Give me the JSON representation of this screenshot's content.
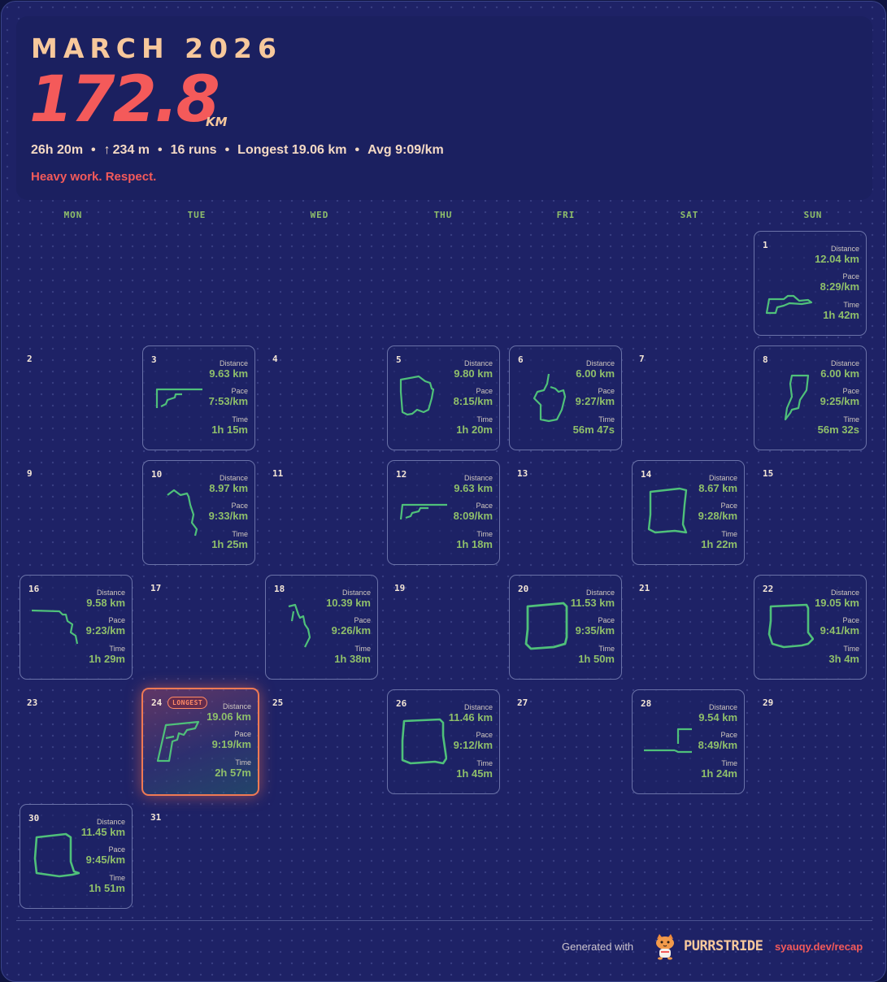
{
  "header": {
    "month": "MARCH 2026",
    "total_distance": "172.8",
    "distance_unit": "KM",
    "time_total": "26h 20m",
    "elevation_arrow": "↑",
    "elevation": "234 m",
    "runs": "16 runs",
    "longest": "Longest 19.06 km",
    "avg_pace": "Avg 9:09/km",
    "separator": "•",
    "tagline": "Heavy work. Respect."
  },
  "weekdays": [
    "MON",
    "TUE",
    "WED",
    "THU",
    "FRI",
    "SAT",
    "SUN"
  ],
  "labels": {
    "distance": "Distance",
    "pace": "Pace",
    "time": "Time",
    "longest_badge": "LONGEST"
  },
  "colors": {
    "route": "#4fc07a",
    "accent": "#f45a5a",
    "stat_value": "#8fbf6a",
    "title": "#f7c89c"
  },
  "days": {
    "d1": {
      "num": "1",
      "distance": "12.04 km",
      "pace": "8:29/km",
      "time": "1h 42m"
    },
    "d2": {
      "num": "2"
    },
    "d3": {
      "num": "3",
      "distance": "9.63 km",
      "pace": "7:53/km",
      "time": "1h 15m"
    },
    "d4": {
      "num": "4"
    },
    "d5": {
      "num": "5",
      "distance": "9.80 km",
      "pace": "8:15/km",
      "time": "1h 20m"
    },
    "d6": {
      "num": "6",
      "distance": "6.00 km",
      "pace": "9:27/km",
      "time": "56m 47s"
    },
    "d7": {
      "num": "7"
    },
    "d8": {
      "num": "8",
      "distance": "6.00 km",
      "pace": "9:25/km",
      "time": "56m 32s"
    },
    "d9": {
      "num": "9"
    },
    "d10": {
      "num": "10",
      "distance": "8.97 km",
      "pace": "9:33/km",
      "time": "1h 25m"
    },
    "d11": {
      "num": "11"
    },
    "d12": {
      "num": "12",
      "distance": "9.63 km",
      "pace": "8:09/km",
      "time": "1h 18m"
    },
    "d13": {
      "num": "13"
    },
    "d14": {
      "num": "14",
      "distance": "8.67 km",
      "pace": "9:28/km",
      "time": "1h 22m"
    },
    "d15": {
      "num": "15"
    },
    "d16": {
      "num": "16",
      "distance": "9.58 km",
      "pace": "9:23/km",
      "time": "1h 29m"
    },
    "d17": {
      "num": "17"
    },
    "d18": {
      "num": "18",
      "distance": "10.39 km",
      "pace": "9:26/km",
      "time": "1h 38m"
    },
    "d19": {
      "num": "19"
    },
    "d20": {
      "num": "20",
      "distance": "11.53 km",
      "pace": "9:35/km",
      "time": "1h 50m"
    },
    "d21": {
      "num": "21"
    },
    "d22": {
      "num": "22",
      "distance": "19.05 km",
      "pace": "9:41/km",
      "time": "3h 4m"
    },
    "d23": {
      "num": "23"
    },
    "d24": {
      "num": "24",
      "distance": "19.06 km",
      "pace": "9:19/km",
      "time": "2h 57m"
    },
    "d25": {
      "num": "25"
    },
    "d26": {
      "num": "26",
      "distance": "11.46 km",
      "pace": "9:12/km",
      "time": "1h 45m"
    },
    "d27": {
      "num": "27"
    },
    "d28": {
      "num": "28",
      "distance": "9.54 km",
      "pace": "8:49/km",
      "time": "1h 24m"
    },
    "d29": {
      "num": "29"
    },
    "d30": {
      "num": "30",
      "distance": "11.45 km",
      "pace": "9:45/km",
      "time": "1h 51m"
    },
    "d31": {
      "num": "31"
    }
  },
  "footer": {
    "generated_with": "Generated with",
    "brand": "PURRSTRIDE",
    "link": "syauqy.dev/recap",
    "logo_icon": "cat-mascot-icon"
  }
}
